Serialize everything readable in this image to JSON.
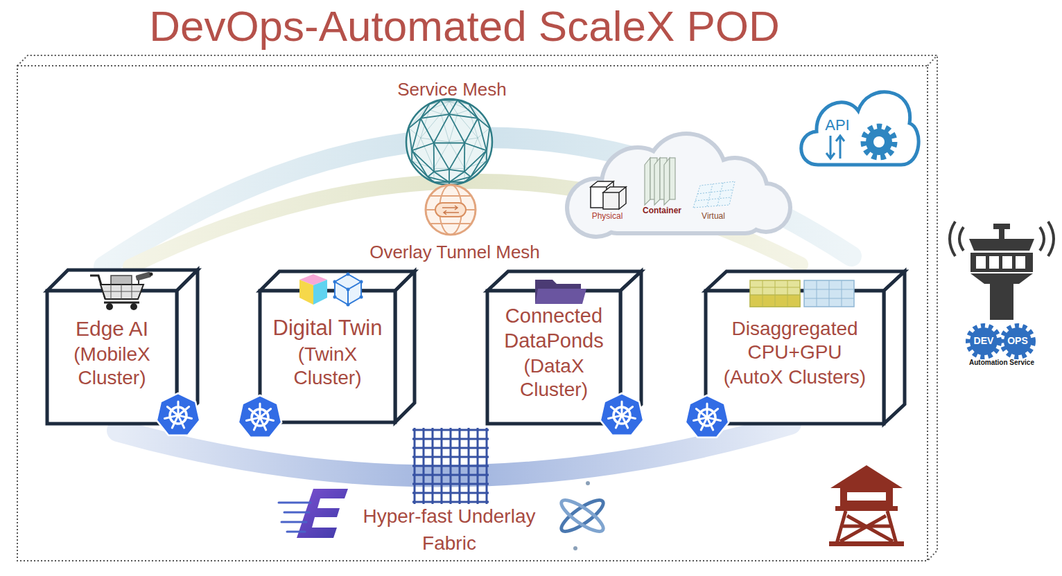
{
  "diagram": {
    "title": "DevOps-Automated ScaleX POD",
    "nodes": [
      {
        "text": [
          "Edge AI",
          "(MobileX Cluster)"
        ]
      },
      {
        "text": [
          "Digital Twin",
          "(TwinX Cluster)"
        ]
      },
      {
        "text": [
          "Connected DataPonds",
          "(DataX Cluster)"
        ]
      },
      {
        "text": [
          "Disaggregated CPU+GPU",
          "(AutoX Clusters)"
        ]
      }
    ],
    "labels": [
      "Service Mesh",
      "API",
      "Physical",
      "Container",
      "Virtual",
      "Overlay Tunnel Mesh",
      "DEV",
      "OPS",
      "Automation Service",
      "Hyper-fast Underlay Fabric"
    ]
  }
}
